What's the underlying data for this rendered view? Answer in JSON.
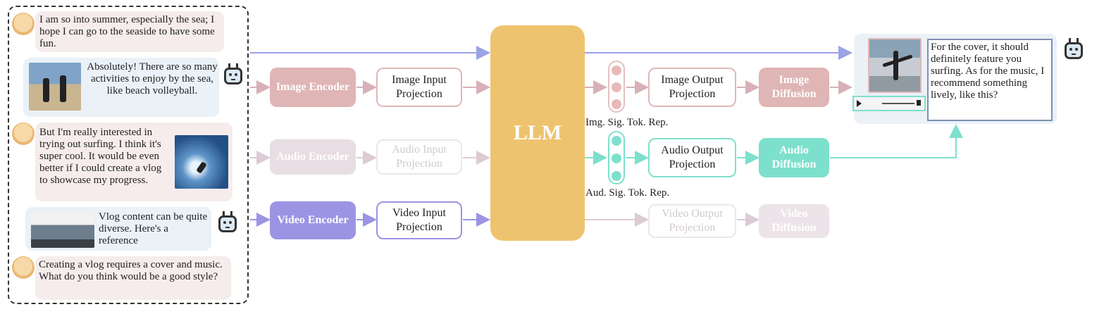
{
  "conversation": [
    {
      "role": "user",
      "text": "I am so into summer, especially the sea; I hope I can go to the seaside to have some fun."
    },
    {
      "role": "assistant",
      "text": "Absolutely! There are so many activities to enjoy by the sea, like beach volleyball."
    },
    {
      "role": "user",
      "text": "But I'm really interested in trying out surfing. I think it's super cool. It would be even better if I could create a vlog to showcase my progress."
    },
    {
      "role": "assistant",
      "text": "Vlog content can be quite diverse. Here's a reference"
    },
    {
      "role": "user",
      "text": "Creating a vlog requires a cover and music. What do you think would be a good style?"
    }
  ],
  "encoders": {
    "image": "Image Encoder",
    "audio": "Audio Encoder",
    "video": "Video Encoder"
  },
  "input_projections": {
    "image": "Image Input Projection",
    "audio": "Audio Input Projection",
    "video": "Video Input Projection"
  },
  "llm": "LLM",
  "output_projections": {
    "image": "Image Output Projection",
    "audio": "Audio Output Projection",
    "video": "Video Output Projection"
  },
  "diffusions": {
    "image": "Image Diffusion",
    "audio": "Audio Diffusion",
    "video": "Video Diffusion"
  },
  "token_labels": {
    "image": "Img. Sig. Tok. Rep.",
    "audio": "Aud. Sig. Tok. Rep."
  },
  "response": "For the cover, it should definitely feature you surfing. As for the music, I recommend something lively, like this?",
  "colors": {
    "image_fill": "#dfb5b5",
    "image_border": "#e0b8b8",
    "audio_fill": "#e7dde2",
    "video_fill": "#9b94e3",
    "video_border": "#9b94e3",
    "audio_output_fill": "#7de0cc",
    "llm_fill": "#eec36f",
    "text_wire": "#9aa3e6"
  }
}
